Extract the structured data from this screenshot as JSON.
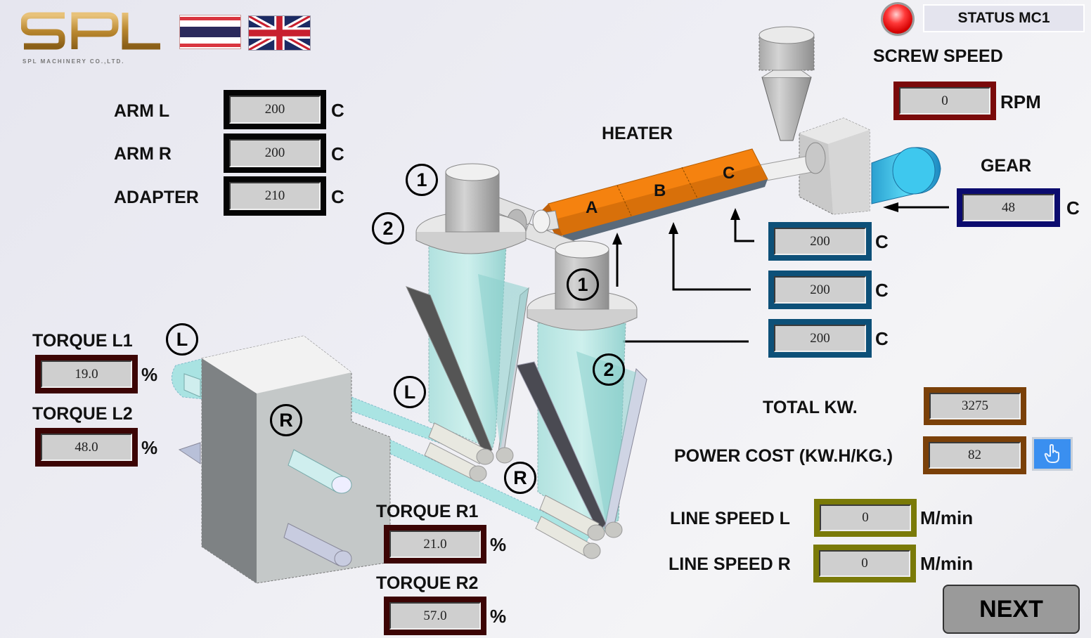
{
  "branding": {
    "logo_text": "SPL",
    "logo_subtitle": "SPL MACHINERY CO.,LTD.",
    "languages": [
      {
        "name": "Thai",
        "icon": "thai-flag-icon"
      },
      {
        "name": "English",
        "icon": "uk-flag-icon"
      }
    ]
  },
  "status": {
    "label": "STATUS MC1",
    "indicator_color": "#e00000",
    "indicator_state": "red"
  },
  "screw_speed": {
    "label": "SCREW SPEED",
    "value": "0",
    "unit": "RPM"
  },
  "gear": {
    "label": "GEAR",
    "value": "48",
    "unit": "C"
  },
  "heater": {
    "label": "HEATER",
    "zones": [
      {
        "label": "A",
        "value": "200",
        "unit": "C"
      },
      {
        "label": "B",
        "value": "200",
        "unit": "C"
      },
      {
        "label": "C",
        "value": "200",
        "unit": "C"
      }
    ],
    "color": "#f5820f"
  },
  "temperatures": [
    {
      "label": "ARM L",
      "value": "200",
      "unit": "C"
    },
    {
      "label": "ARM R",
      "value": "200",
      "unit": "C"
    },
    {
      "label": "ADAPTER",
      "value": "210",
      "unit": "C"
    }
  ],
  "torque": {
    "l1": {
      "label": "TORQUE L1",
      "value": "19.0",
      "unit": "%"
    },
    "l2": {
      "label": "TORQUE L2",
      "value": "48.0",
      "unit": "%"
    },
    "r1": {
      "label": "TORQUE R1",
      "value": "21.0",
      "unit": "%"
    },
    "r2": {
      "label": "TORQUE R2",
      "value": "57.0",
      "unit": "%"
    }
  },
  "power": {
    "total_kw": {
      "label": "TOTAL KW.",
      "value": "3275"
    },
    "power_cost": {
      "label": "POWER COST (KW.H/KG.)",
      "value": "82",
      "button_icon": "hand-pointer-icon"
    }
  },
  "line_speed": {
    "l": {
      "label": "LINE SPEED L",
      "value": "0",
      "unit": "M/min"
    },
    "r": {
      "label": "LINE SPEED R",
      "value": "0",
      "unit": "M/min"
    }
  },
  "diagram_markers": {
    "one": "1",
    "two": "2",
    "left": "L",
    "right": "R"
  },
  "navigation": {
    "next_label": "NEXT"
  }
}
